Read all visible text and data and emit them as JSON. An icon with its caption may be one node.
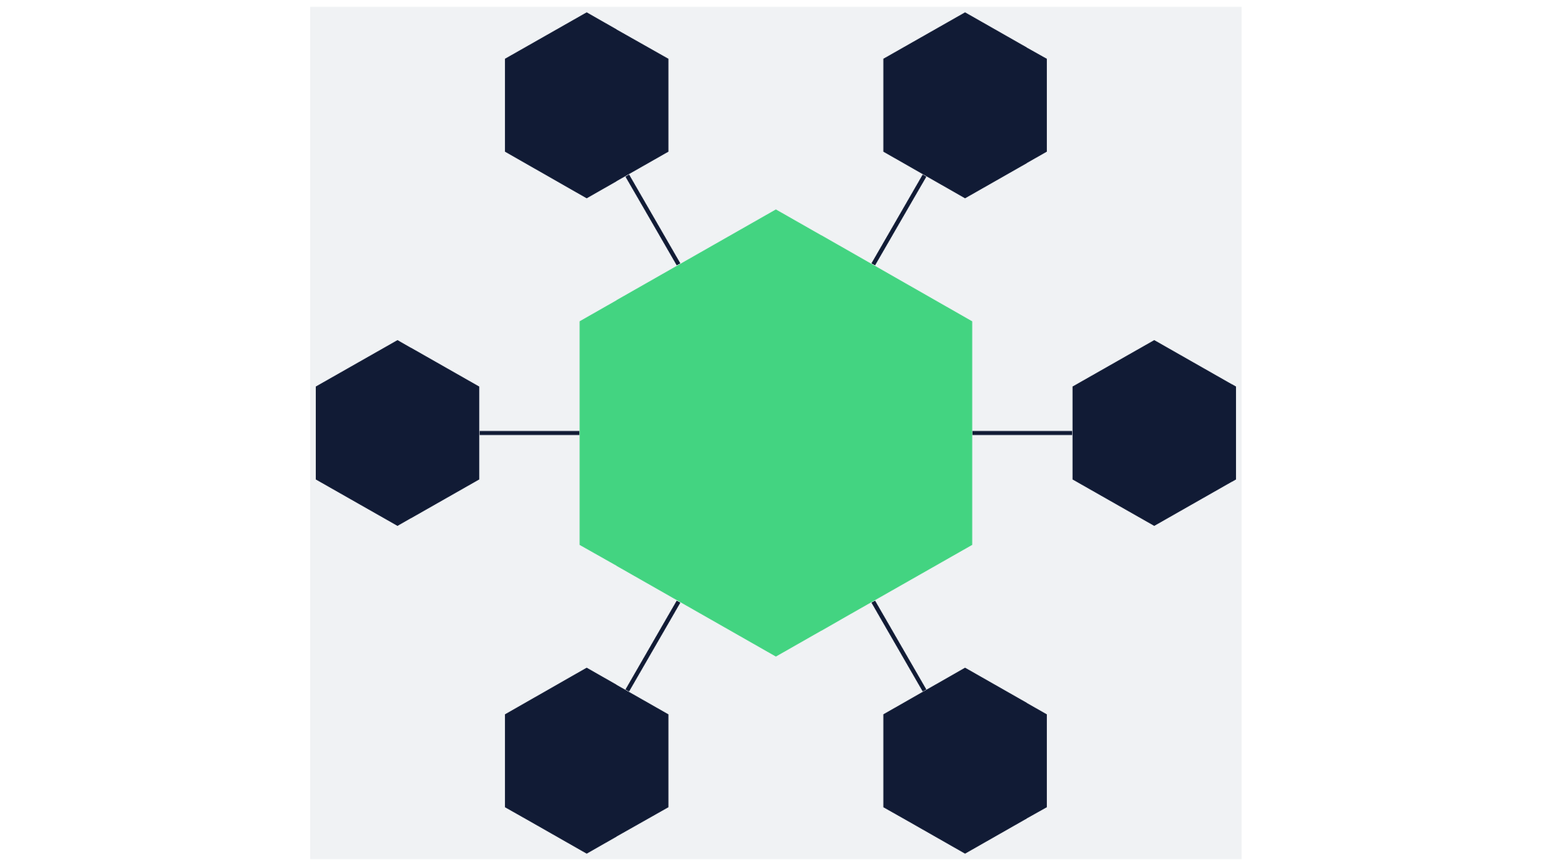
{
  "diagram": {
    "nodes": [
      {
        "text": [],
        "shape": "hexagon"
      },
      {
        "text": [],
        "shape": "hexagon"
      },
      {
        "text": [],
        "shape": "hexagon"
      },
      {
        "text": [],
        "shape": "hexagon"
      },
      {
        "text": [],
        "shape": "hexagon"
      },
      {
        "text": [],
        "shape": "hexagon"
      },
      {
        "text": [],
        "shape": "hexagon"
      }
    ],
    "edges": [
      {
        "from": 3,
        "to": 0,
        "arrow": "none"
      },
      {
        "from": 3,
        "to": 1,
        "arrow": "none"
      },
      {
        "from": 3,
        "to": 4,
        "arrow": "none"
      },
      {
        "from": 3,
        "to": 6,
        "arrow": "none"
      },
      {
        "from": 3,
        "to": 5,
        "arrow": "none"
      },
      {
        "from": 3,
        "to": 2,
        "arrow": "none"
      }
    ]
  }
}
